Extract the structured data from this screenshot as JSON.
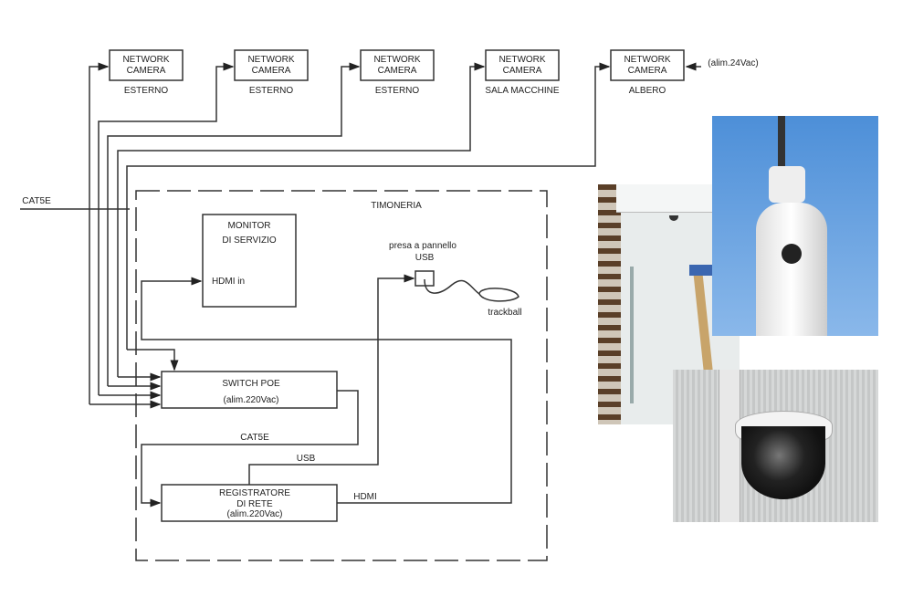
{
  "cameras": [
    {
      "title1": "NETWORK",
      "title2": "CAMERA",
      "location": "ESTERNO"
    },
    {
      "title1": "NETWORK",
      "title2": "CAMERA",
      "location": "ESTERNO"
    },
    {
      "title1": "NETWORK",
      "title2": "CAMERA",
      "location": "ESTERNO"
    },
    {
      "title1": "NETWORK",
      "title2": "CAMERA",
      "location": "SALA MACCHINE"
    },
    {
      "title1": "NETWORK",
      "title2": "CAMERA",
      "location": "ALBERO"
    }
  ],
  "camera5_power": "(alim.24Vac)",
  "trunk_label": "CAT5E",
  "room_label": "TIMONERIA",
  "monitor": {
    "line1": "MONITOR",
    "line2": "DI SERVIZIO",
    "port": "HDMI in"
  },
  "usb_panel": {
    "line1": "presa a pannello",
    "line2": "USB"
  },
  "trackball": "trackball",
  "switch": {
    "line1": "SWITCH POE",
    "line2": "(alim.220Vac)"
  },
  "link_cat5e": "CAT5E",
  "link_usb": "USB",
  "link_hdmi": "HDMI",
  "recorder": {
    "line1": "REGISTRATORE",
    "line2": "DI RETE",
    "line3": "(alim.220Vac)"
  }
}
